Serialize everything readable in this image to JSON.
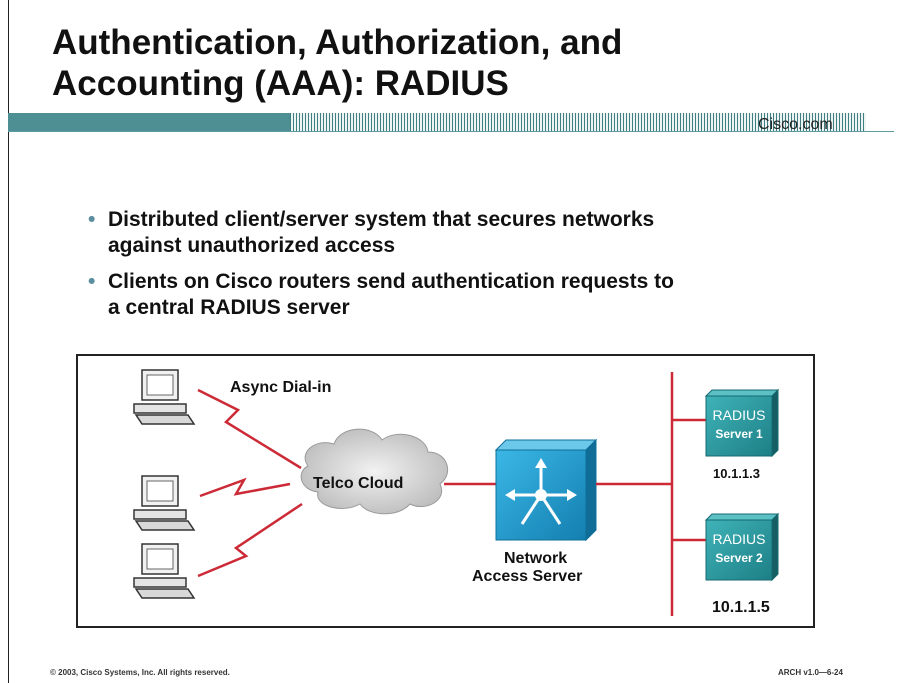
{
  "slide": {
    "title_line1": "Authentication, Authorization, and",
    "title_line2": "Accounting (AAA): RADIUS",
    "brand": "Cisco.com"
  },
  "bullets": [
    {
      "line1": "Distributed client/server system that secures networks",
      "line2": "against unauthorized access"
    },
    {
      "line1": "Clients on Cisco routers send authentication requests to",
      "line2": "a central RADIUS server"
    }
  ],
  "diagram": {
    "dialin_label": "Async Dial-in",
    "cloud_label": "Telco Cloud",
    "nas_label_line1": "Network",
    "nas_label_line2": "Access Server",
    "server1_line1": "RADIUS",
    "server1_line2": "Server 1",
    "server1_ip": "10.1.1.3",
    "server2_line1": "RADIUS",
    "server2_line2": "Server 2",
    "server2_ip": "10.1.1.5",
    "colors": {
      "link": "#cc2a36",
      "device": "#1e9fcc",
      "server": "#2f9fa5"
    }
  },
  "footer": {
    "copyright": "© 2003, Cisco Systems, Inc. All rights reserved.",
    "course_code": "ARCH v1.0—6-24"
  }
}
